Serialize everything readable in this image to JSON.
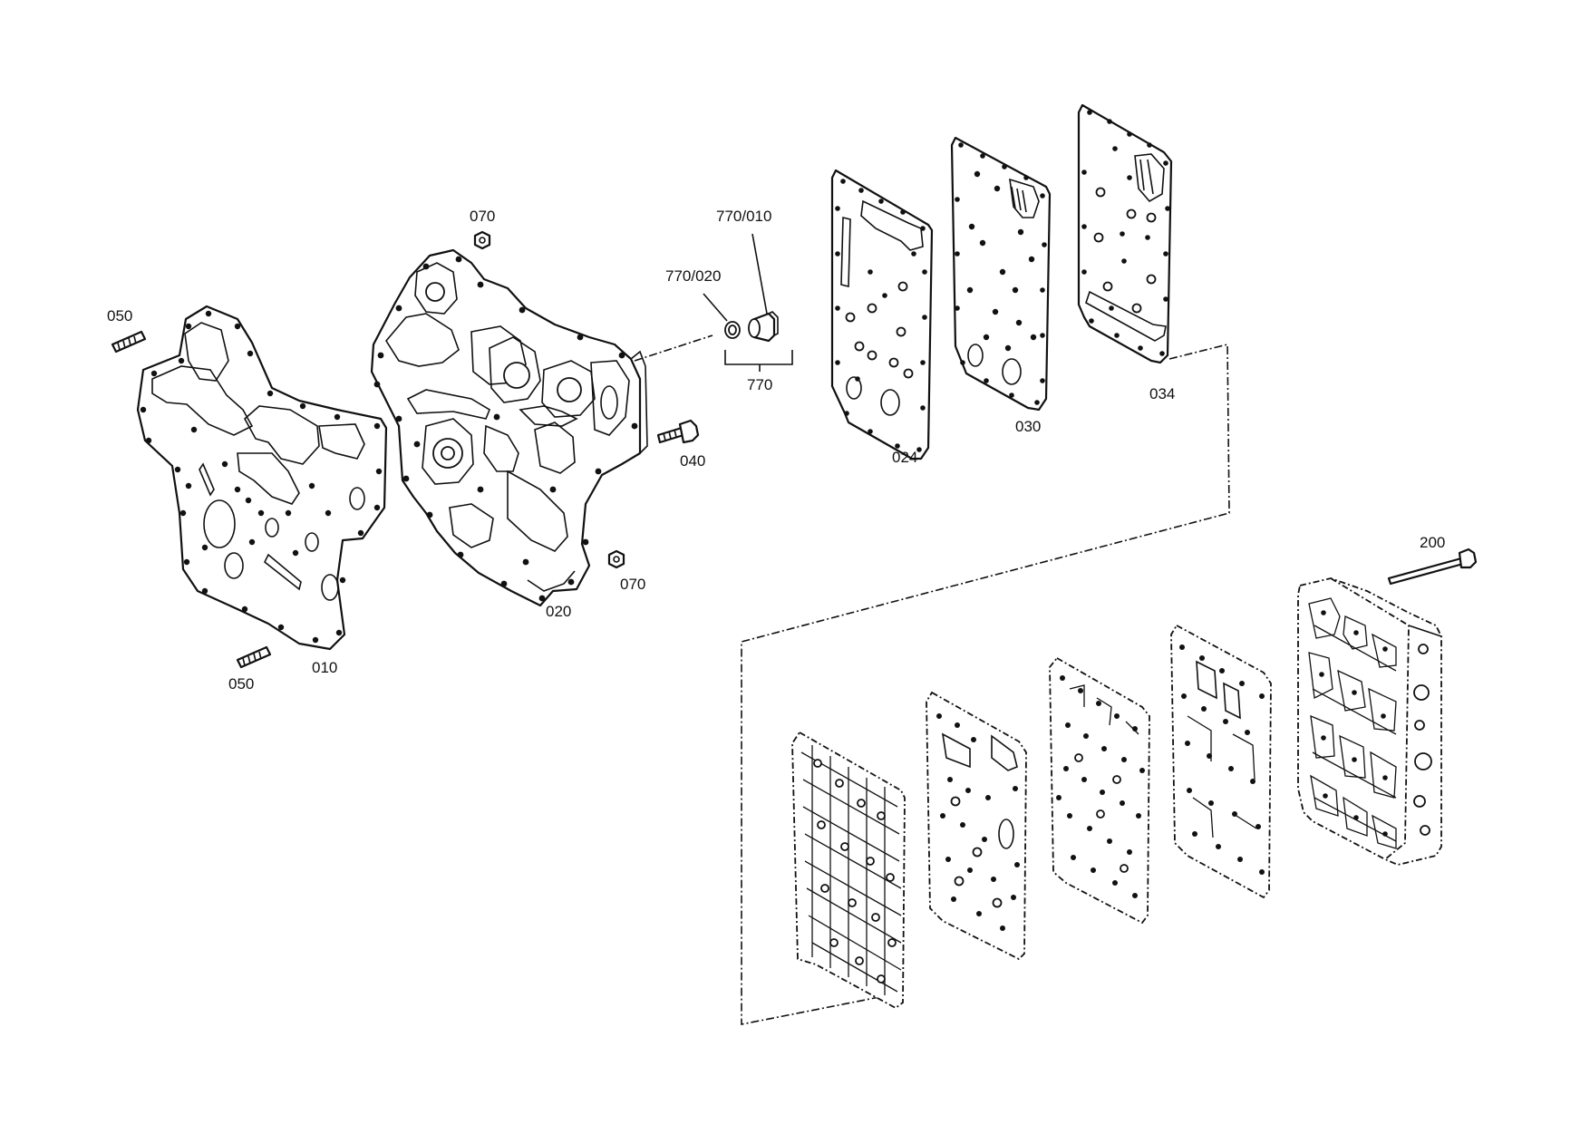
{
  "diagram": {
    "callouts": [
      {
        "id": "lbl-050-top",
        "text": "050"
      },
      {
        "id": "lbl-050-bottom",
        "text": "050"
      },
      {
        "id": "lbl-010",
        "text": "010"
      },
      {
        "id": "lbl-020",
        "text": "020"
      },
      {
        "id": "lbl-070-top",
        "text": "070"
      },
      {
        "id": "lbl-070-bottom",
        "text": "070"
      },
      {
        "id": "lbl-040",
        "text": "040"
      },
      {
        "id": "lbl-770-020",
        "text": "770/020"
      },
      {
        "id": "lbl-770-010",
        "text": "770/010"
      },
      {
        "id": "lbl-770",
        "text": "770"
      },
      {
        "id": "lbl-024",
        "text": "024"
      },
      {
        "id": "lbl-030",
        "text": "030"
      },
      {
        "id": "lbl-034",
        "text": "034"
      },
      {
        "id": "lbl-200",
        "text": "200"
      }
    ]
  }
}
